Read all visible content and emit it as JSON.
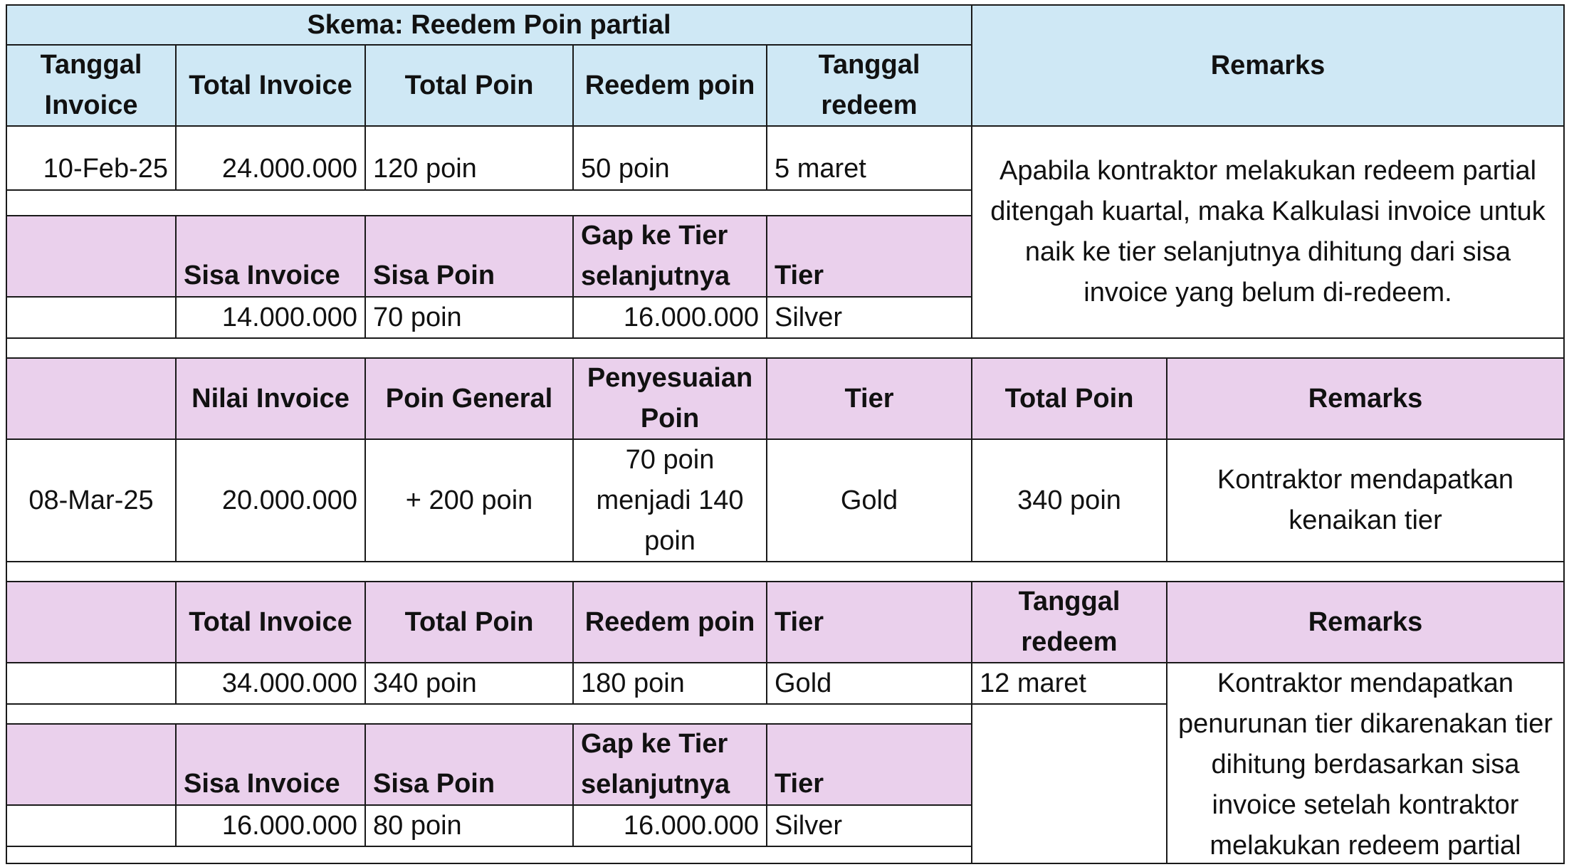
{
  "section1": {
    "title": "Skema: Reedem Poin partial",
    "headers": [
      "Tanggal Invoice",
      "Total Invoice",
      "Total Poin",
      "Reedem poin",
      "Tanggal redeem"
    ],
    "remarks_header": "Remarks",
    "row": [
      "10-Feb-25",
      "24.000.000",
      "120 poin",
      "50 poin",
      "5 maret"
    ],
    "sub_headers": [
      "Sisa Invoice",
      "Sisa Poin",
      "Gap ke Tier selanjutnya",
      "Tier"
    ],
    "sub_row": [
      "14.000.000",
      "70 poin",
      "16.000.000",
      "Silver"
    ],
    "remarks": "Apabila kontraktor melakukan redeem partial ditengah kuartal, maka Kalkulasi invoice untuk naik ke tier selanjutnya dihitung dari sisa invoice yang belum di-redeem."
  },
  "section2": {
    "headers": [
      "Nilai Invoice",
      "Poin General",
      "Penyesuaian Poin",
      "Tier",
      "Total Poin",
      "Remarks"
    ],
    "row": [
      "08-Mar-25",
      "20.000.000",
      "+ 200 poin",
      "70 poin menjadi 140 poin",
      "Gold",
      "340 poin",
      "Kontraktor mendapatkan kenaikan tier"
    ]
  },
  "section3": {
    "headers": [
      "Total Invoice",
      "Total Poin",
      "Reedem poin",
      "Tier",
      "Tanggal redeem",
      "Remarks"
    ],
    "row": [
      "34.000.000",
      "340 poin",
      "180 poin",
      "Gold",
      "12 maret"
    ],
    "sub_headers": [
      "Sisa Invoice",
      "Sisa Poin",
      "Gap ke Tier selanjutnya",
      "Tier"
    ],
    "sub_row": [
      "16.000.000",
      "80 poin",
      "16.000.000",
      "Silver"
    ],
    "remarks": "Kontraktor mendapatkan penurunan tier dikarenakan tier dihitung berdasarkan sisa invoice setelah kontraktor melakukan redeem partial"
  }
}
